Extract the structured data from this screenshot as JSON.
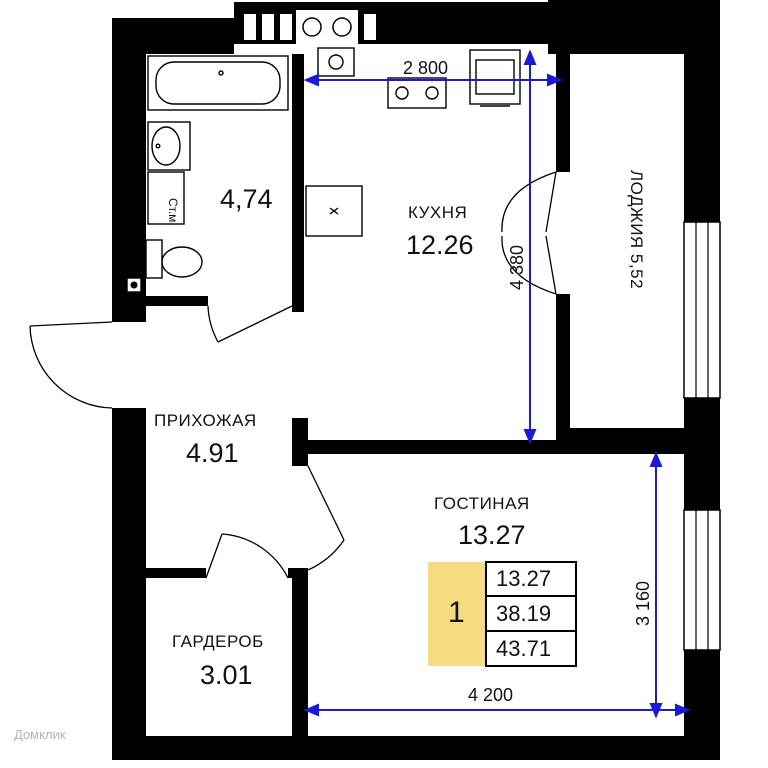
{
  "rooms": {
    "bathroom": {
      "area": "4,74",
      "toilet_label": "Ст.м."
    },
    "kitchen": {
      "name": "КУХНЯ",
      "area": "12.26"
    },
    "loggia": {
      "name": "ЛОДЖИЯ 5,52"
    },
    "hallway": {
      "name": "ПРИХОЖАЯ",
      "area": "4.91"
    },
    "living": {
      "name": "ГОСТИНАЯ",
      "area": "13.27"
    },
    "wardrobe": {
      "name": "ГАРДЕРОБ",
      "area": "3.01"
    }
  },
  "dimensions": {
    "kitchen_width": "2 800",
    "kitchen_depth": "4 380",
    "living_depth": "3 160",
    "living_width": "4 200"
  },
  "summary": {
    "rooms_count": "1",
    "living_area": "13.27",
    "total_area_no_loggia": "38.19",
    "total_area": "43.71",
    "highlight_color": "#f5dc82"
  },
  "colors": {
    "walls": "#000000",
    "dimension_lines": "#1a1ad6"
  },
  "watermark": "Домклик"
}
